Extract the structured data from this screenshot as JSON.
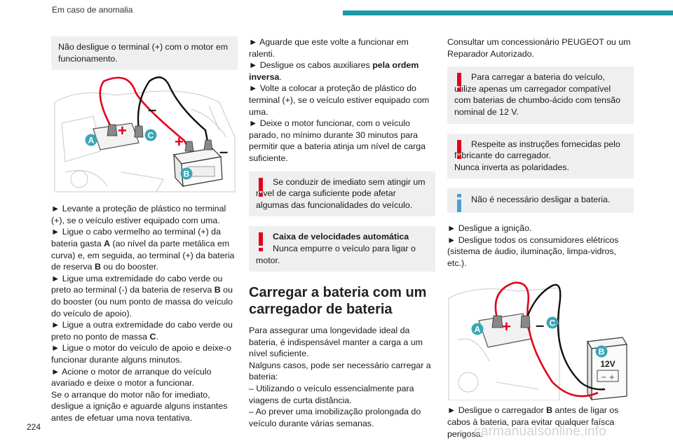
{
  "header": {
    "section_title": "Em caso de anomalia"
  },
  "footer": {
    "page_number": "224",
    "watermark": "carmanualsonline.info"
  },
  "col1": {
    "note_box": "Não desligue o terminal (+) com o motor em funcionamento.",
    "figure1_labels": {
      "A": "A",
      "B": "B",
      "C": "C",
      "plus1": "+",
      "minus1": "–",
      "plus2": "+",
      "minus2": "–"
    },
    "steps": [
      "► Levante a proteção de plástico no terminal (+), se o veículo estiver equipado com uma.",
      "► Ligue o cabo vermelho ao terminal (+) da bateria gasta ",
      "A",
      " (ao nível da parte metálica em curva) e, em seguida, ao terminal (+) da bateria de reserva ",
      "B",
      " ou do booster.",
      "► Ligue uma extremidade do cabo verde ou preto ao terminal (-) da bateria de reserva ",
      "B",
      " ou do booster (ou num ponto de massa do veículo do veículo de apoio).",
      "► Ligue a outra extremidade do cabo verde ou preto no ponto de massa ",
      "C",
      ".",
      "► Ligue o motor do veículo de apoio e deixe-o funcionar durante alguns minutos.",
      "► Acione o motor de arranque do veículo avariado e deixe o motor a funcionar.",
      "Se o arranque do motor não for imediato, desligue a ignição e aguarde alguns instantes antes de efetuar uma nova tentativa."
    ]
  },
  "col2": {
    "steps": [
      "► Aguarde que este volte a funcionar em ralenti.",
      "► Desligue os cabos auxiliares ",
      "pela ordem inversa",
      ".",
      "► Volte a colocar a proteção de plástico do terminal (+), se o veículo estiver equipado com uma.",
      "► Deixe o motor funcionar, com o veículo parado, no mínimo durante 30 minutos para permitir que a bateria atinja um nível de carga suficiente."
    ],
    "warn1": "Se conduzir de imediato sem atingir um nível de carga suficiente pode afetar algumas das funcionalidades do veículo.",
    "warn2_title": "Caixa de velocidades automática",
    "warn2_body": "Nunca empurre o veículo para ligar o motor.",
    "heading": "Carregar a bateria com um carregador de bateria",
    "intro": [
      "Para assegurar uma longevidade ideal da bateria, é indispensável manter a carga a um nível suficiente.",
      "Nalguns casos, pode ser necessário carregar a bateria:",
      "– Utilizando o veículo essencialmente para viagens de curta distância.",
      "– Ao prever uma imobilização prolongada do veículo durante várias semanas."
    ]
  },
  "col3": {
    "top_text": "Consultar um concessionário PEUGEOT ou um Reparador Autorizado.",
    "warn1": "Para carregar a bateria do veículo, utilize apenas um carregador compatível com baterias de chumbo-ácido com tensão nominal de 12 V.",
    "warn2_a": "Respeite as instruções fornecidas pelo fabricante do carregador.",
    "warn2_b": "Nunca inverta as polaridades.",
    "info": "Não é necessário desligar a bateria.",
    "steps": [
      "► Desligue a ignição.",
      "► Desligue todos os consumidores elétricos (sistema de áudio, iluminação, limpa-vidros, etc.)."
    ],
    "figure2_labels": {
      "A": "A",
      "B": "B",
      "C": "C",
      "plus": "+",
      "minus": "–",
      "voltage": "12V"
    },
    "final_step_pre": "► Desligue o carregador ",
    "final_step_b": "B",
    "final_step_post": " antes de ligar os cabos à bateria, para evitar qualquer faísca perigosa."
  },
  "colors": {
    "accent": "#1a9aa8",
    "warning": "#e3001b",
    "info": "#4a9fd8",
    "box_bg": "#efefef",
    "cable_red": "#e3001b",
    "cable_black": "#111111"
  }
}
